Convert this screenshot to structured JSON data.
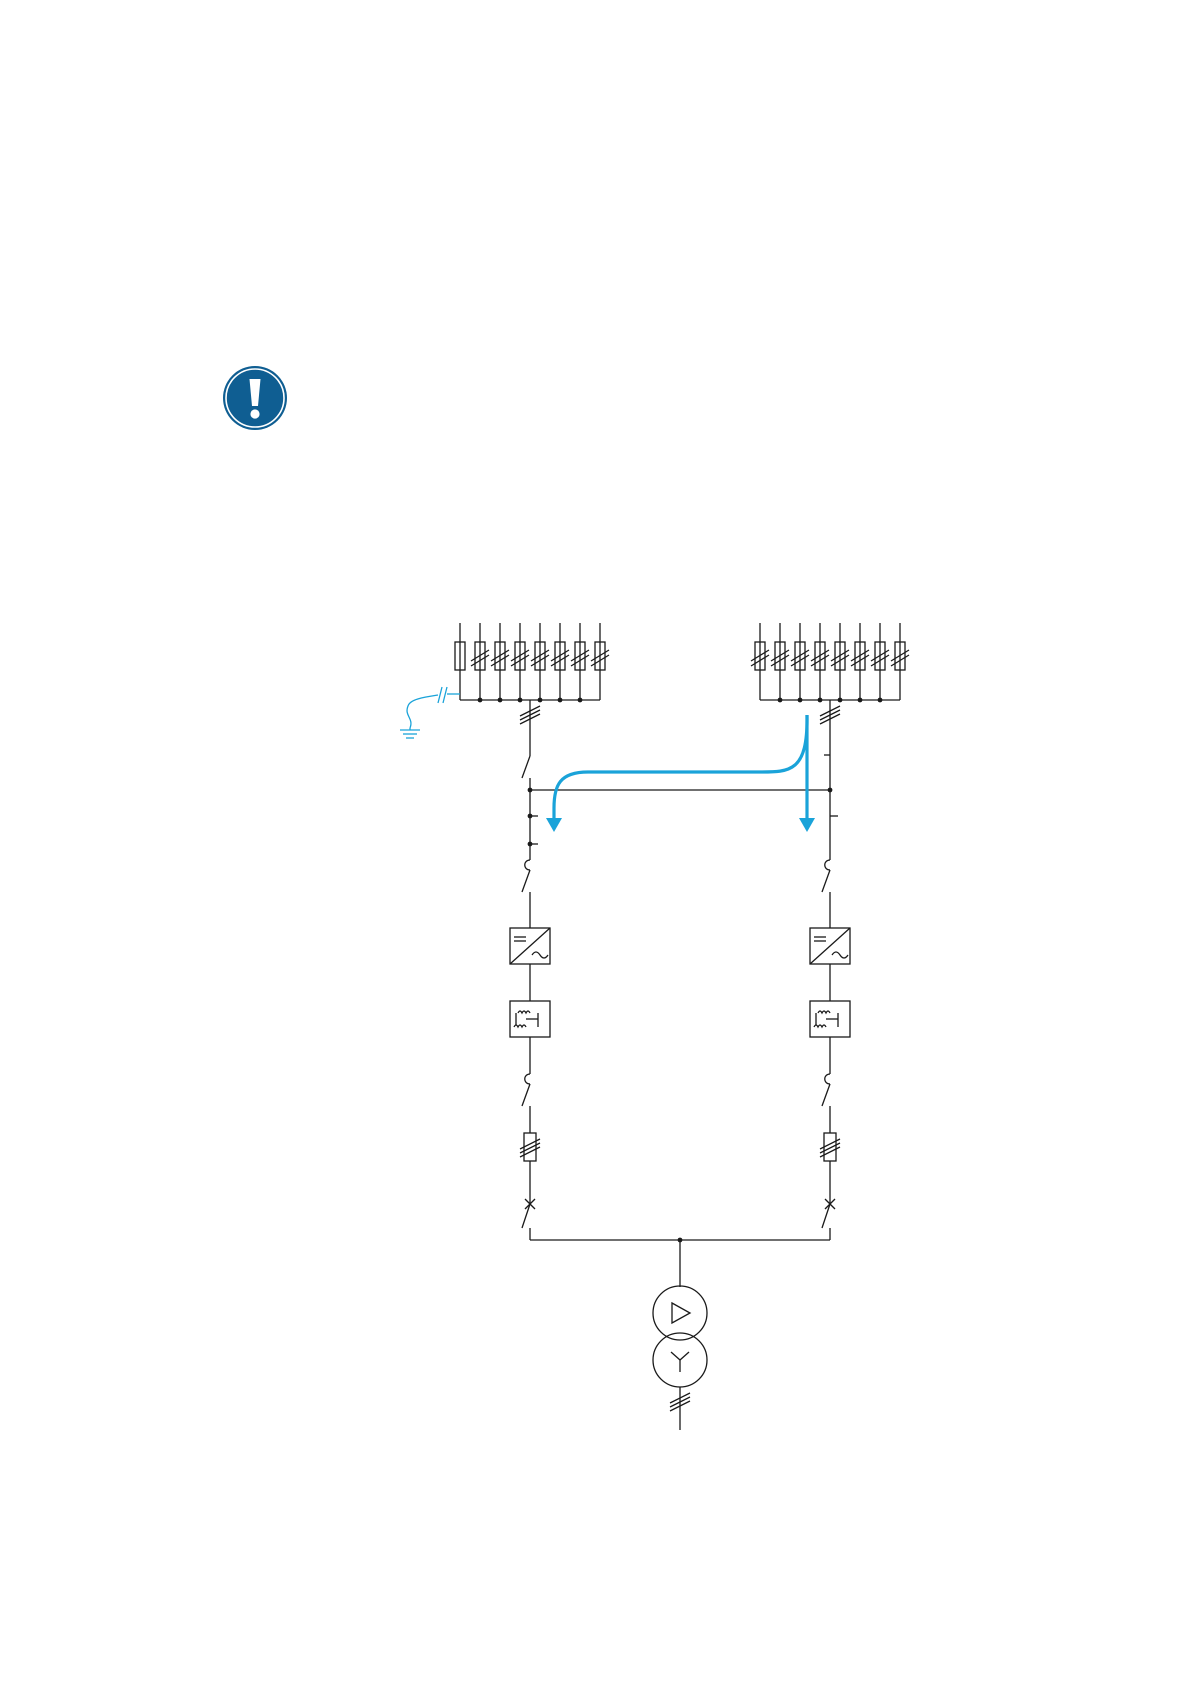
{
  "notice": {
    "icon": "exclamation-mandatory-icon",
    "color": "#0f5e92"
  },
  "diagram": {
    "kind": "single-line electrical schematic",
    "line_color": "#1a1a1a",
    "flow_color": "#1aa3d9",
    "strings_per_array": 8,
    "branches": [
      {
        "id": "left",
        "components": [
          "pv-string-array",
          "ground-fault-capacitor",
          "cable-triple-slash",
          "disconnect-switch",
          "dc-bus-junction",
          "disconnect-switch",
          "inverter",
          "filter-module",
          "disconnect-switch",
          "fuse",
          "circuit-breaker"
        ]
      },
      {
        "id": "right",
        "components": [
          "pv-string-array",
          "cable-triple-slash",
          "dc-bus-junction",
          "disconnect-switch",
          "inverter",
          "filter-module",
          "disconnect-switch",
          "fuse",
          "circuit-breaker"
        ]
      }
    ],
    "common": [
      "ac-busbar",
      "transformer-delta",
      "transformer-wye",
      "cable-triple-slash"
    ],
    "flow_arrows": [
      "current-to-left-branch",
      "current-straight-down-right-branch"
    ]
  }
}
